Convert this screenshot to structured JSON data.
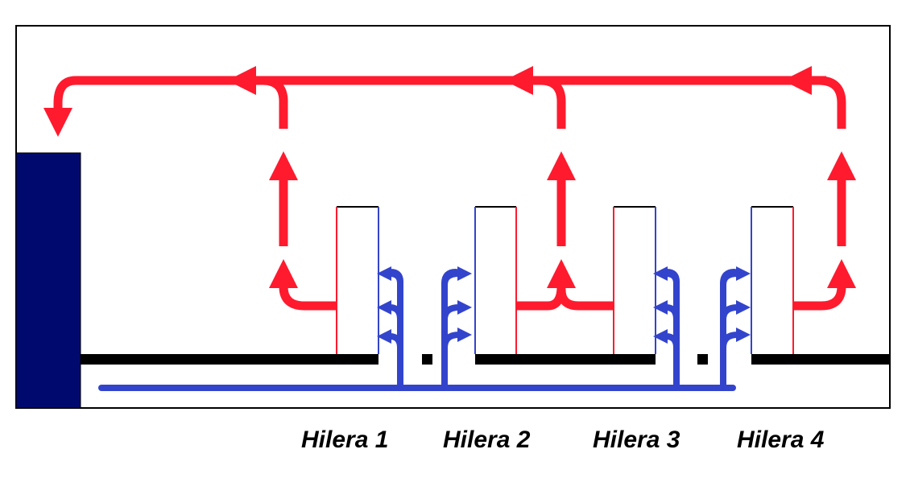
{
  "rows": [
    {
      "label": "Hilera 1"
    },
    {
      "label": "Hilera 2"
    },
    {
      "label": "Hilera 3"
    },
    {
      "label": "Hilera 4"
    }
  ],
  "colors": {
    "hot_air": "#ff1a2e",
    "cold_air": "#3344cc",
    "unit": "#000a6e",
    "floor": "#000000",
    "frame": "#000000",
    "background": "#ffffff"
  }
}
